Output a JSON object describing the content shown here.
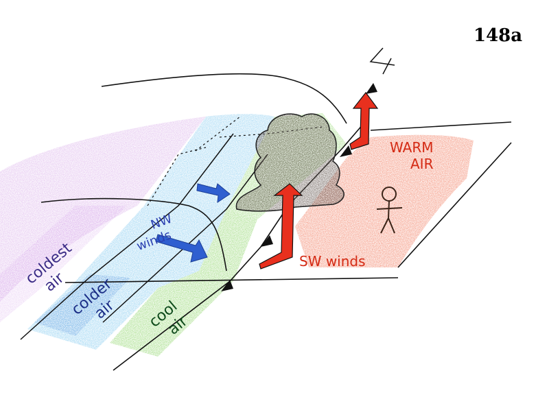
{
  "figure_number": "148a",
  "labels": {
    "coldest_air": [
      "coldest",
      "air"
    ],
    "colder_air": [
      "colder",
      "air"
    ],
    "cool_air": [
      "cool",
      "air"
    ],
    "warm_air": [
      "WARM",
      "AIR"
    ],
    "nw_winds": [
      "NW",
      "winds"
    ],
    "sw_winds": "SW winds"
  },
  "colors": {
    "coldest": "#c98be0",
    "colder": "#7ec8ef",
    "colder_dark": "#3c7fd6",
    "cool": "#8fd66b",
    "warm": "#f06a4a",
    "arrow_red": "#e8301e",
    "arrow_blue": "#2f5fd0",
    "cloud": "#6e625c",
    "ink": "#111111"
  },
  "icons": [
    "cold-front-triangle-icon",
    "stick-figure-icon",
    "thunderstorm-cloud-icon"
  ]
}
